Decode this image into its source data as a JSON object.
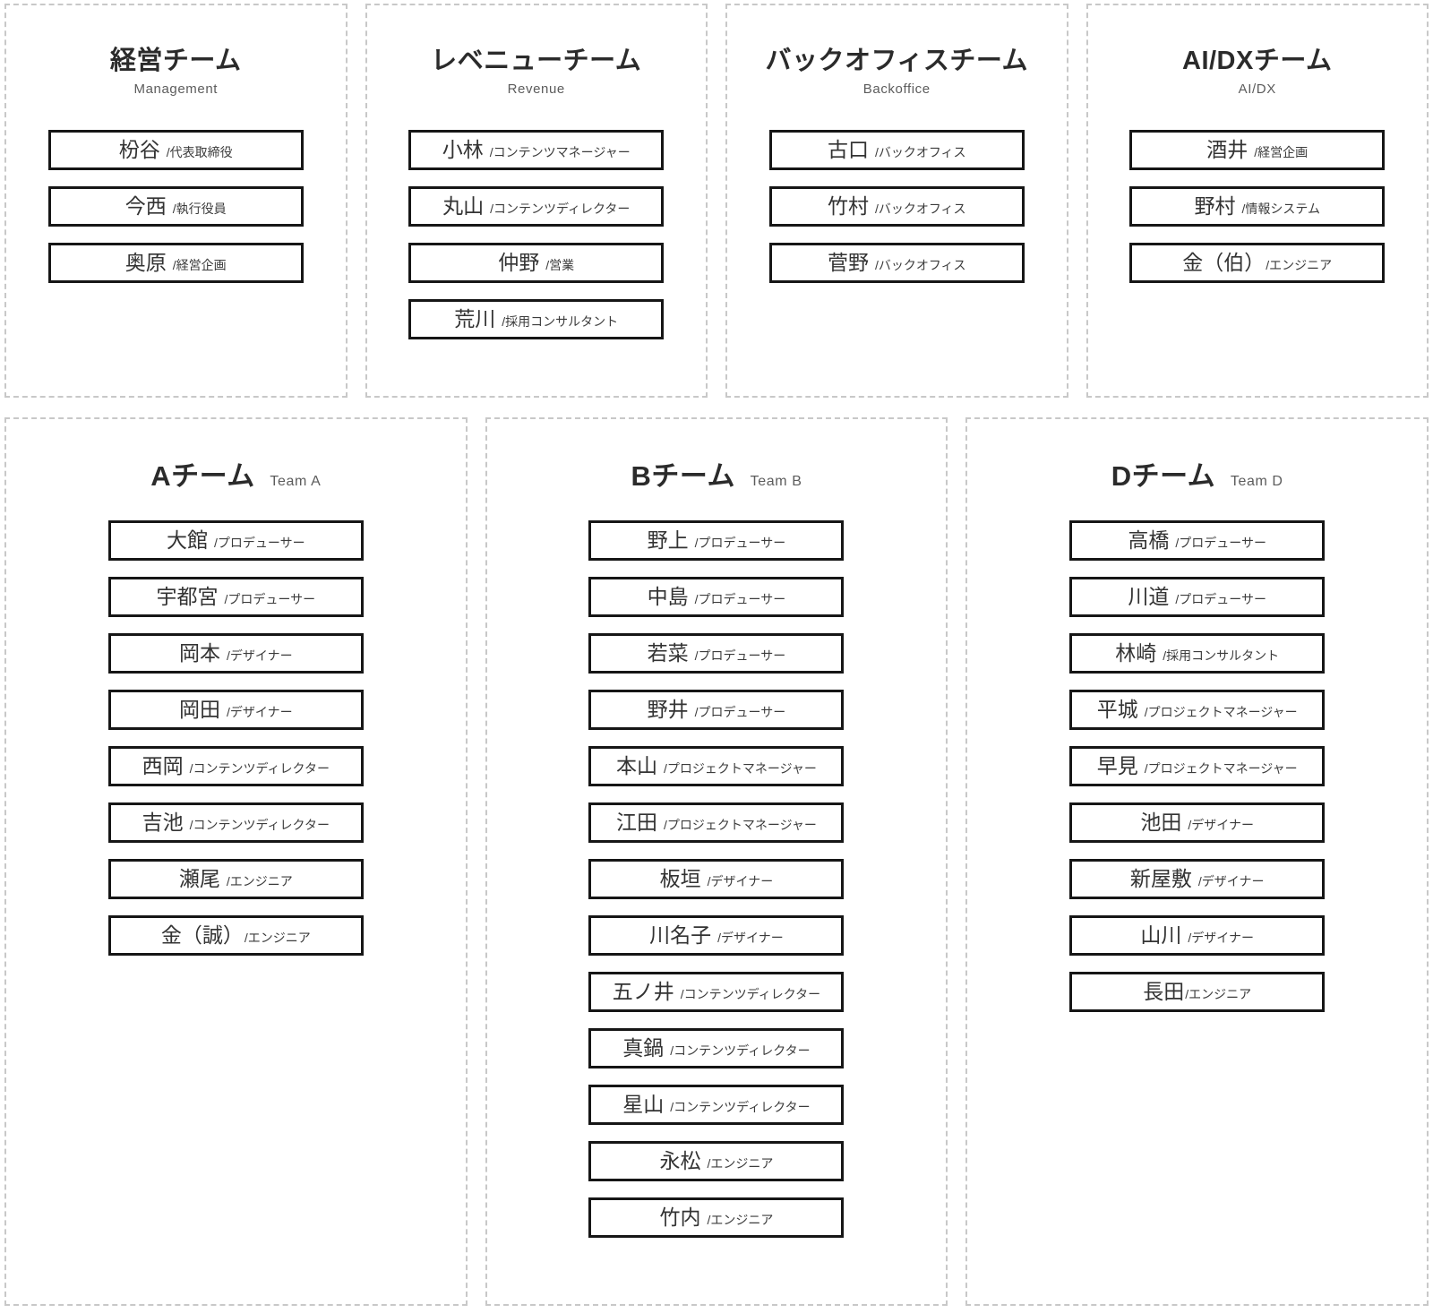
{
  "colors": {
    "bg": "#ffffff",
    "container_border": "#c8c8c8",
    "box_border": "#161616",
    "title": "#2b2b2b",
    "subtitle": "#5c5c5c",
    "name": "#333333",
    "role": "#3c3c3c"
  },
  "chart": {
    "rows": [
      {
        "teams": [
          {
            "title": "経営チーム",
            "subtitle": "Management",
            "subtitle_placement": "below",
            "members": [
              {
                "name": "枌谷",
                "role_label": "/代表取締役",
                "tight": false
              },
              {
                "name": "今西",
                "role_label": "/執行役員",
                "tight": false
              },
              {
                "name": "奥原",
                "role_label": "/経営企画",
                "tight": false
              }
            ]
          },
          {
            "title": "レベニューチーム",
            "subtitle": "Revenue",
            "subtitle_placement": "below",
            "members": [
              {
                "name": "小林",
                "role_label": "/コンテンツマネージャー",
                "tight": false
              },
              {
                "name": "丸山",
                "role_label": "/コンテンツディレクター",
                "tight": false
              },
              {
                "name": "仲野",
                "role_label": "/営業",
                "tight": false
              },
              {
                "name": "荒川",
                "role_label": "/採用コンサルタント",
                "tight": false
              }
            ]
          },
          {
            "title": "バックオフィスチーム",
            "subtitle": "Backoffice",
            "subtitle_placement": "below",
            "members": [
              {
                "name": "古口",
                "role_label": "/バックオフィス",
                "tight": false
              },
              {
                "name": "竹村",
                "role_label": "/バックオフィス",
                "tight": false
              },
              {
                "name": "菅野",
                "role_label": "/バックオフィス",
                "tight": false
              }
            ]
          },
          {
            "title": "AI/DXチーム",
            "subtitle": "AI/DX",
            "subtitle_placement": "below",
            "members": [
              {
                "name": "酒井",
                "role_label": "/経営企画",
                "tight": false
              },
              {
                "name": "野村",
                "role_label": "/情報システム",
                "tight": false
              },
              {
                "name": "金（伯）",
                "role_label": "/エンジニア",
                "tight": true
              }
            ]
          }
        ]
      },
      {
        "teams": [
          {
            "title": "Aチーム",
            "subtitle": "Team A",
            "subtitle_placement": "inline",
            "members": [
              {
                "name": "大館",
                "role_label": "/プロデューサー",
                "tight": false
              },
              {
                "name": "宇都宮",
                "role_label": "/プロデューサー",
                "tight": false
              },
              {
                "name": "岡本",
                "role_label": "/デザイナー",
                "tight": false
              },
              {
                "name": "岡田",
                "role_label": "/デザイナー",
                "tight": false
              },
              {
                "name": "西岡",
                "role_label": "/コンテンツディレクター",
                "tight": false
              },
              {
                "name": "吉池",
                "role_label": "/コンテンツディレクター",
                "tight": false
              },
              {
                "name": "瀬尾",
                "role_label": "/エンジニア",
                "tight": false
              },
              {
                "name": "金（誠）",
                "role_label": "/エンジニア",
                "tight": true
              }
            ]
          },
          {
            "title": "Bチーム",
            "subtitle": "Team B",
            "subtitle_placement": "inline",
            "members": [
              {
                "name": "野上",
                "role_label": "/プロデューサー",
                "tight": false
              },
              {
                "name": "中島",
                "role_label": "/プロデューサー",
                "tight": false
              },
              {
                "name": "若菜",
                "role_label": "/プロデューサー",
                "tight": false
              },
              {
                "name": "野井",
                "role_label": "/プロデューサー",
                "tight": false
              },
              {
                "name": "本山",
                "role_label": "/プロジェクトマネージャー",
                "tight": false
              },
              {
                "name": "江田",
                "role_label": "/プロジェクトマネージャー",
                "tight": false
              },
              {
                "name": "板垣",
                "role_label": "/デザイナー",
                "tight": false
              },
              {
                "name": "川名子",
                "role_label": "/デザイナー",
                "tight": false
              },
              {
                "name": "五ノ井",
                "role_label": "/コンテンツディレクター",
                "tight": false
              },
              {
                "name": "真鍋",
                "role_label": "/コンテンツディレクター",
                "tight": false
              },
              {
                "name": "星山",
                "role_label": "/コンテンツディレクター",
                "tight": false
              },
              {
                "name": "永松",
                "role_label": "/エンジニア",
                "tight": false
              },
              {
                "name": "竹内",
                "role_label": "/エンジニア",
                "tight": false
              }
            ]
          },
          {
            "title": "Dチーム",
            "subtitle": "Team D",
            "subtitle_placement": "inline",
            "members": [
              {
                "name": "高橋",
                "role_label": "/プロデューサー",
                "tight": false
              },
              {
                "name": "川道",
                "role_label": "/プロデューサー",
                "tight": false
              },
              {
                "name": "林崎",
                "role_label": "/採用コンサルタント",
                "tight": false
              },
              {
                "name": "平城",
                "role_label": "/プロジェクトマネージャー",
                "tight": false
              },
              {
                "name": "早見",
                "role_label": "/プロジェクトマネージャー",
                "tight": false
              },
              {
                "name": "池田",
                "role_label": "/デザイナー",
                "tight": false
              },
              {
                "name": "新屋敷",
                "role_label": "/デザイナー",
                "tight": false
              },
              {
                "name": "山川",
                "role_label": "/デザイナー",
                "tight": false
              },
              {
                "name": "長田",
                "role_label": "/エンジニア",
                "tight": true
              }
            ]
          }
        ]
      }
    ]
  }
}
